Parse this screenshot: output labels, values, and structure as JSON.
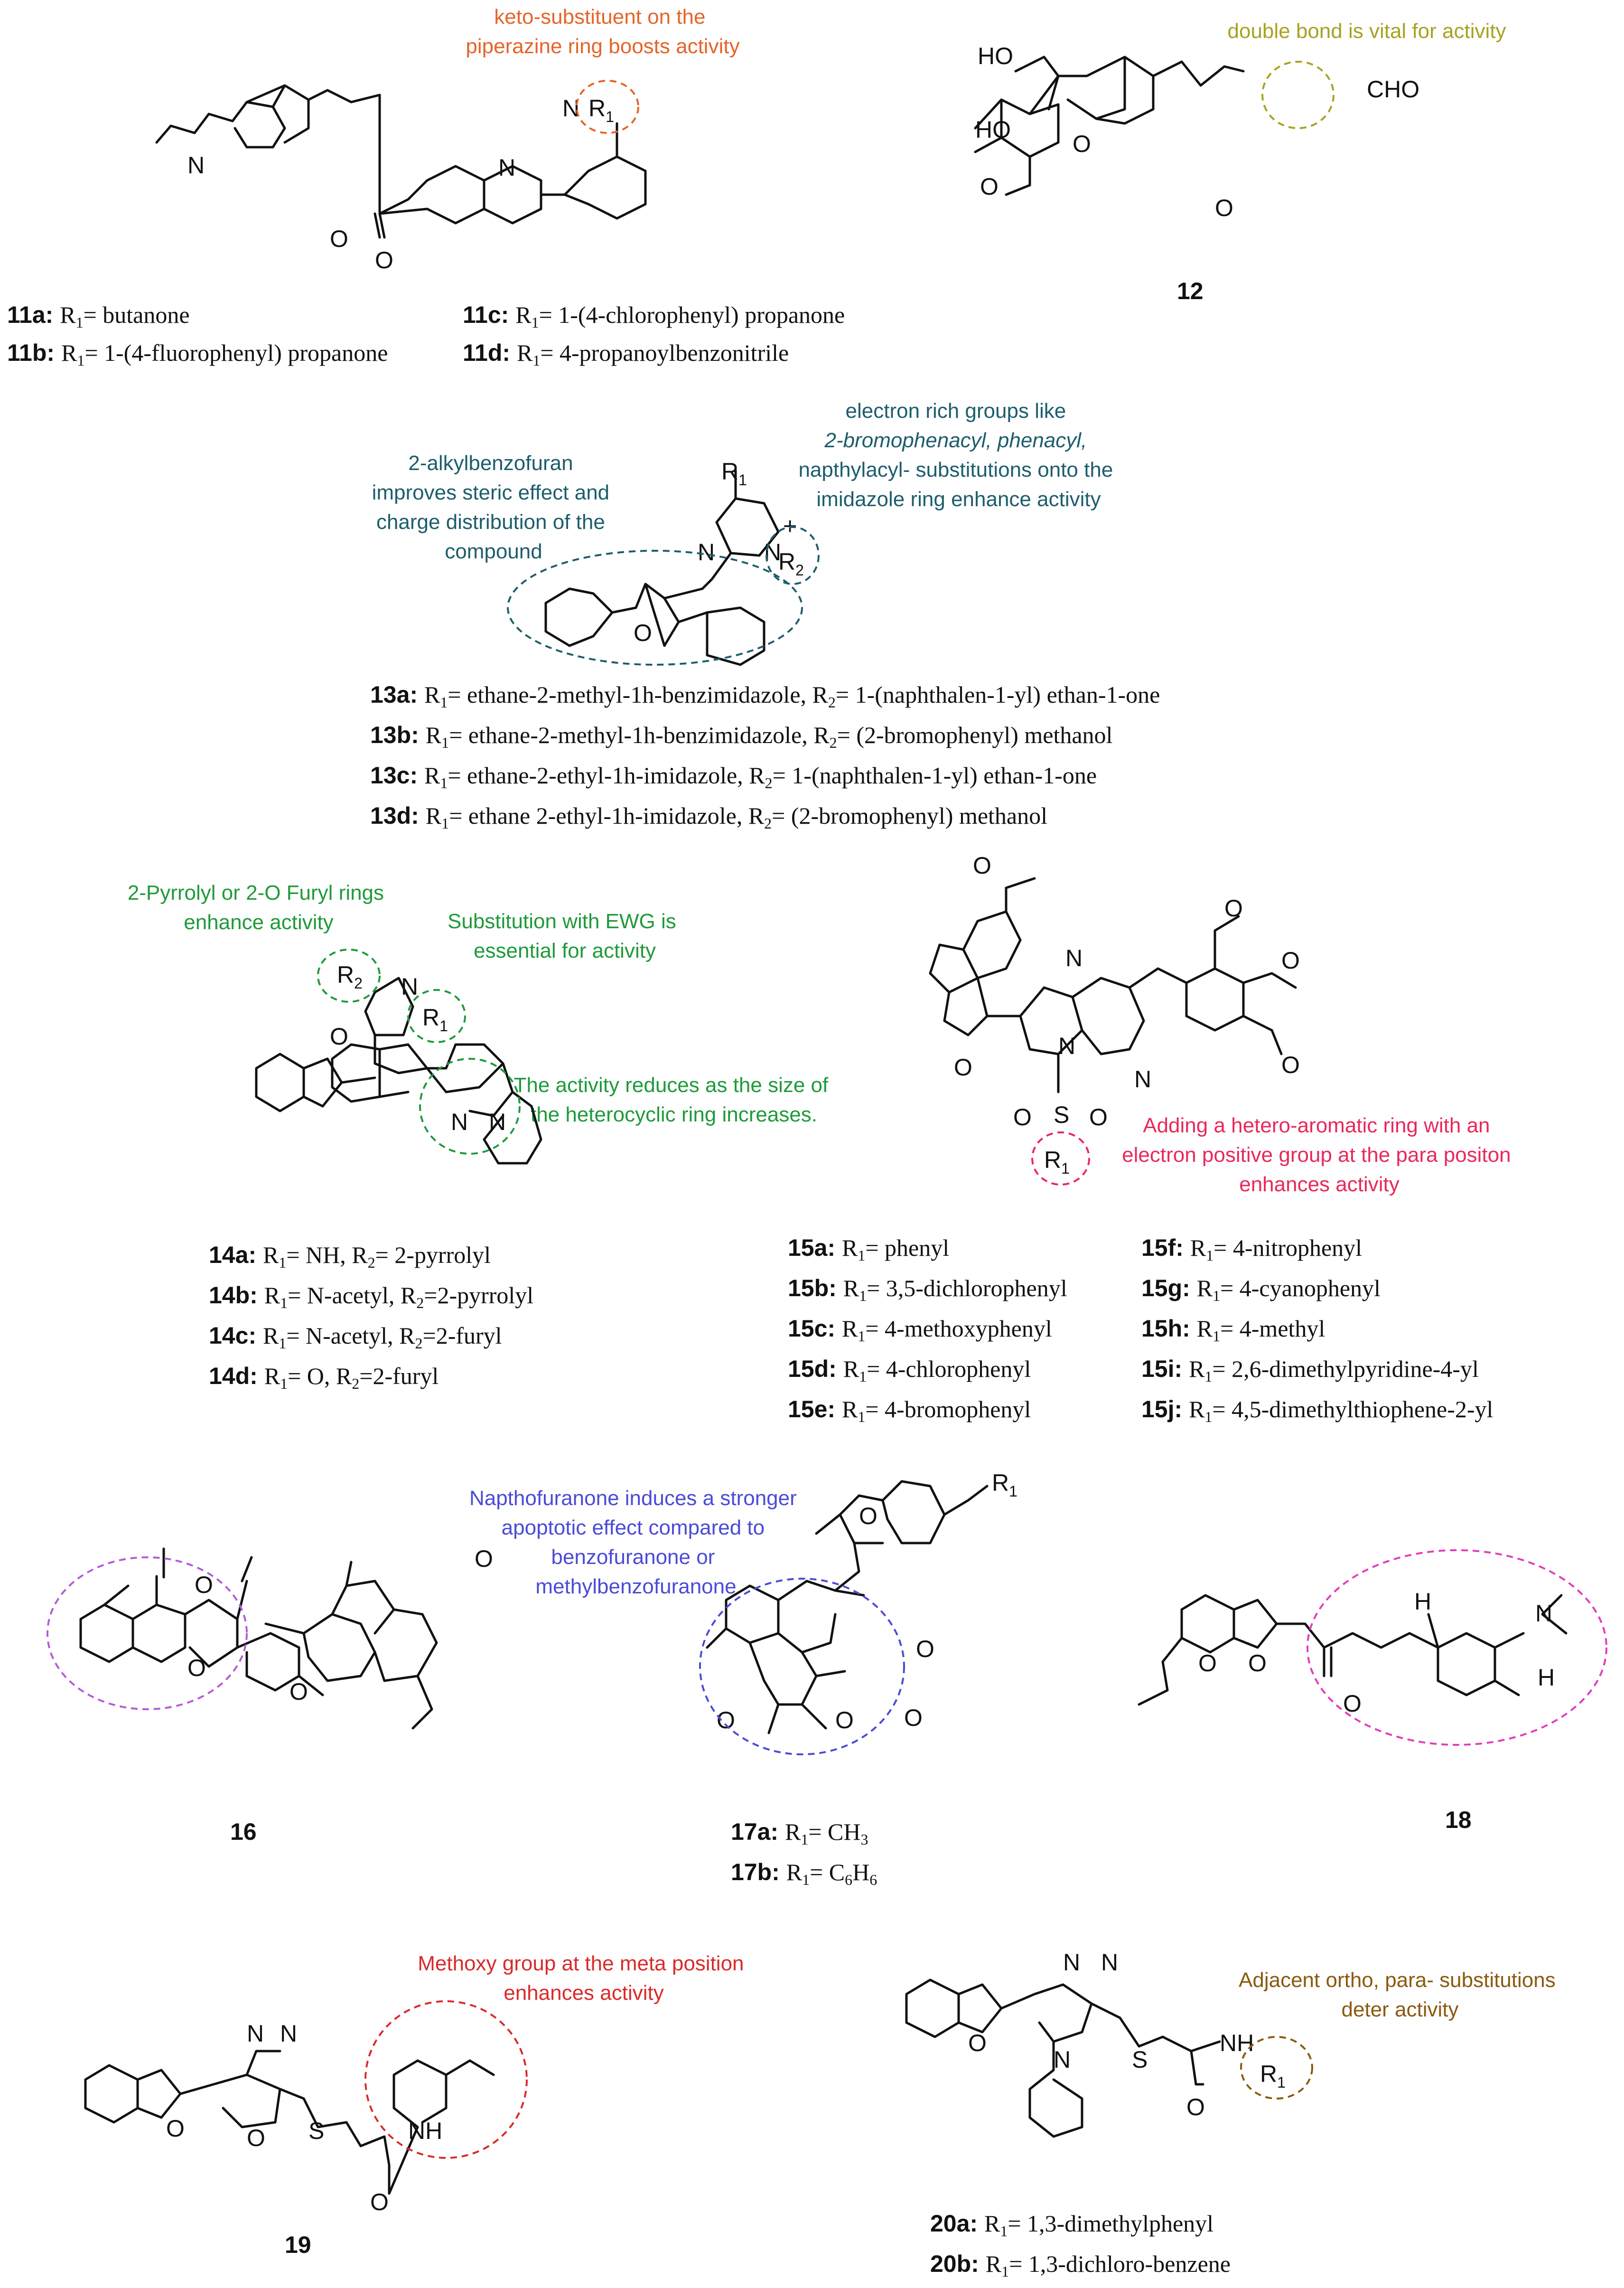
{
  "colors": {
    "orange": "#e4652a",
    "olive": "#a8a221",
    "teal": "#1d5d6c",
    "green": "#1f9a3a",
    "pink": "#e8295b",
    "purple": "#b55bd3",
    "blue": "#4a4bd6",
    "magenta": "#e23cbc",
    "red": "#d92a2a",
    "brown": "#8a5a10",
    "ink": "#111111"
  },
  "annotations": {
    "a11": [
      "keto-substituent on the",
      "piperazine ring boosts activity"
    ],
    "a12": [
      "double bond is vital for activity"
    ],
    "a13_left": [
      "2-alkylbenzofuran",
      "improves steric effect and",
      "charge distribution of the",
      "compound"
    ],
    "a13_right": [
      "electron rich groups like",
      "2-bromophenacyl, phenacyl,",
      "napthylacyl- substitutions onto the",
      "imidazole ring enhance activity"
    ],
    "a14_left": [
      "2-Pyrrolyl or 2-O Furyl rings",
      "enhance activity"
    ],
    "a14_right": [
      "Substitution with EWG is",
      "essential for activity"
    ],
    "a14_bottom": [
      "The activity reduces as the size of",
      "the heterocyclic ring increases."
    ],
    "a15": [
      "Adding a hetero-aromatic ring with an",
      "electron positive group at the para positon",
      "enhances activity"
    ],
    "a17": [
      "Napthofuranone induces a stronger",
      "apoptotic effect compared to",
      "benzofuranone or",
      "methylbenzofuranone"
    ],
    "a19": [
      "Methoxy group at the meta position",
      "enhances activity"
    ],
    "a20": [
      "Adjacent ortho, para- substitutions",
      "deter activity"
    ]
  },
  "atoms": {
    "n": "N",
    "o": "O",
    "nh": "NH",
    "s": "S",
    "h": "H",
    "plus": "+",
    "ho": "HO",
    "cho": "CHO",
    "r": "R",
    "sub1": "1",
    "sub2": "2"
  },
  "labels": {
    "c12": "12",
    "c16": "16",
    "c18": "18",
    "c19": "19"
  },
  "compounds": [
    {
      "id": "11a",
      "sub": "1",
      "sep": "= ",
      "text": "butanone"
    },
    {
      "id": "11b",
      "sub": "1",
      "sep": "= ",
      "text": "1-(4-fluorophenyl) propanone"
    },
    {
      "id": "11c",
      "sub": "1",
      "sep": "= ",
      "text": "1-(4-chlorophenyl) propanone"
    },
    {
      "id": "11d",
      "sub": "1",
      "sep": "= ",
      "text": "4-propanoylbenzonitrile"
    },
    {
      "id": "13a",
      "sub": "1",
      "sep": "= ",
      "text": "ethane-2-methyl-1h-benzimidazole, R",
      "sub2": "2",
      "sep2": "= ",
      "text2": "1-(naphthalen-1-yl) ethan-1-one"
    },
    {
      "id": "13b",
      "sub": "1",
      "sep": "= ",
      "text": "ethane-2-methyl-1h-benzimidazole, R",
      "sub2": "2",
      "sep2": "= ",
      "text2": "(2-bromophenyl) methanol"
    },
    {
      "id": "13c",
      "sub": "1",
      "sep": "= ",
      "text": "ethane-2-ethyl-1h-imidazole, R",
      "sub2": "2",
      "sep2": "= ",
      "text2": "1-(naphthalen-1-yl) ethan-1-one"
    },
    {
      "id": "13d",
      "sub": "1",
      "sep": "= ",
      "text": "ethane 2-ethyl-1h-imidazole, R",
      "sub2": "2",
      "sep2": "= ",
      "text2": "(2-bromophenyl) methanol"
    },
    {
      "id": "14a",
      "sub": "1",
      "sep": "= ",
      "text": "NH, R",
      "sub2": "2",
      "sep2": "= ",
      "text2": "2-pyrrolyl"
    },
    {
      "id": "14b",
      "sub": "1",
      "sep": "= ",
      "text": "N-acetyl, R",
      "sub2": "2",
      "sep2": "=",
      "text2": "2-pyrrolyl"
    },
    {
      "id": "14c",
      "sub": "1",
      "sep": "= ",
      "text": "N-acetyl, R",
      "sub2": "2",
      "sep2": "=",
      "text2": "2-furyl"
    },
    {
      "id": "14d",
      "sub": "1",
      "sep": "= ",
      "text": "O, R",
      "sub2": "2",
      "sep2": "=",
      "text2": "2-furyl"
    },
    {
      "id": "15a",
      "sub": "1",
      "sep": "= ",
      "text": "phenyl"
    },
    {
      "id": "15b",
      "sub": "1",
      "sep": "= ",
      "text": "3,5-dichlorophenyl"
    },
    {
      "id": "15c",
      "sub": "1",
      "sep": "= ",
      "text": "4-methoxyphenyl"
    },
    {
      "id": "15d",
      "sub": "1",
      "sep": "= ",
      "text": "4-chlorophenyl"
    },
    {
      "id": "15e",
      "sub": "1",
      "sep": "= ",
      "text": "4-bromophenyl"
    },
    {
      "id": "15f",
      "sub": "1",
      "sep": "= ",
      "text": "4-nitrophenyl"
    },
    {
      "id": "15g",
      "sub": "1",
      "sep": "= ",
      "text": "4-cyanophenyl"
    },
    {
      "id": "15h",
      "sub": "1",
      "sep": "= ",
      "text": "4-methyl"
    },
    {
      "id": "15i",
      "sub": "1",
      "sep": "= ",
      "text": "2,6-dimethylpyridine-4-yl"
    },
    {
      "id": "15j",
      "sub": "1",
      "sep": "= ",
      "text": "4,5-dimethylthiophene-2-yl"
    },
    {
      "id": "17a",
      "sub": "1",
      "sep": "= ",
      "text": "CH",
      "tsub": "3"
    },
    {
      "id": "17b",
      "sub": "1",
      "sep": "= ",
      "text": "C",
      "tsub": "6",
      "text3": "H",
      "tsub3": "6"
    },
    {
      "id": "20a",
      "sub": "1",
      "sep": "= ",
      "text": "1,3-dimethylphenyl"
    },
    {
      "id": "20b",
      "sub": "1",
      "sep": "= ",
      "text": "1,3-dichloro-benzene"
    }
  ]
}
